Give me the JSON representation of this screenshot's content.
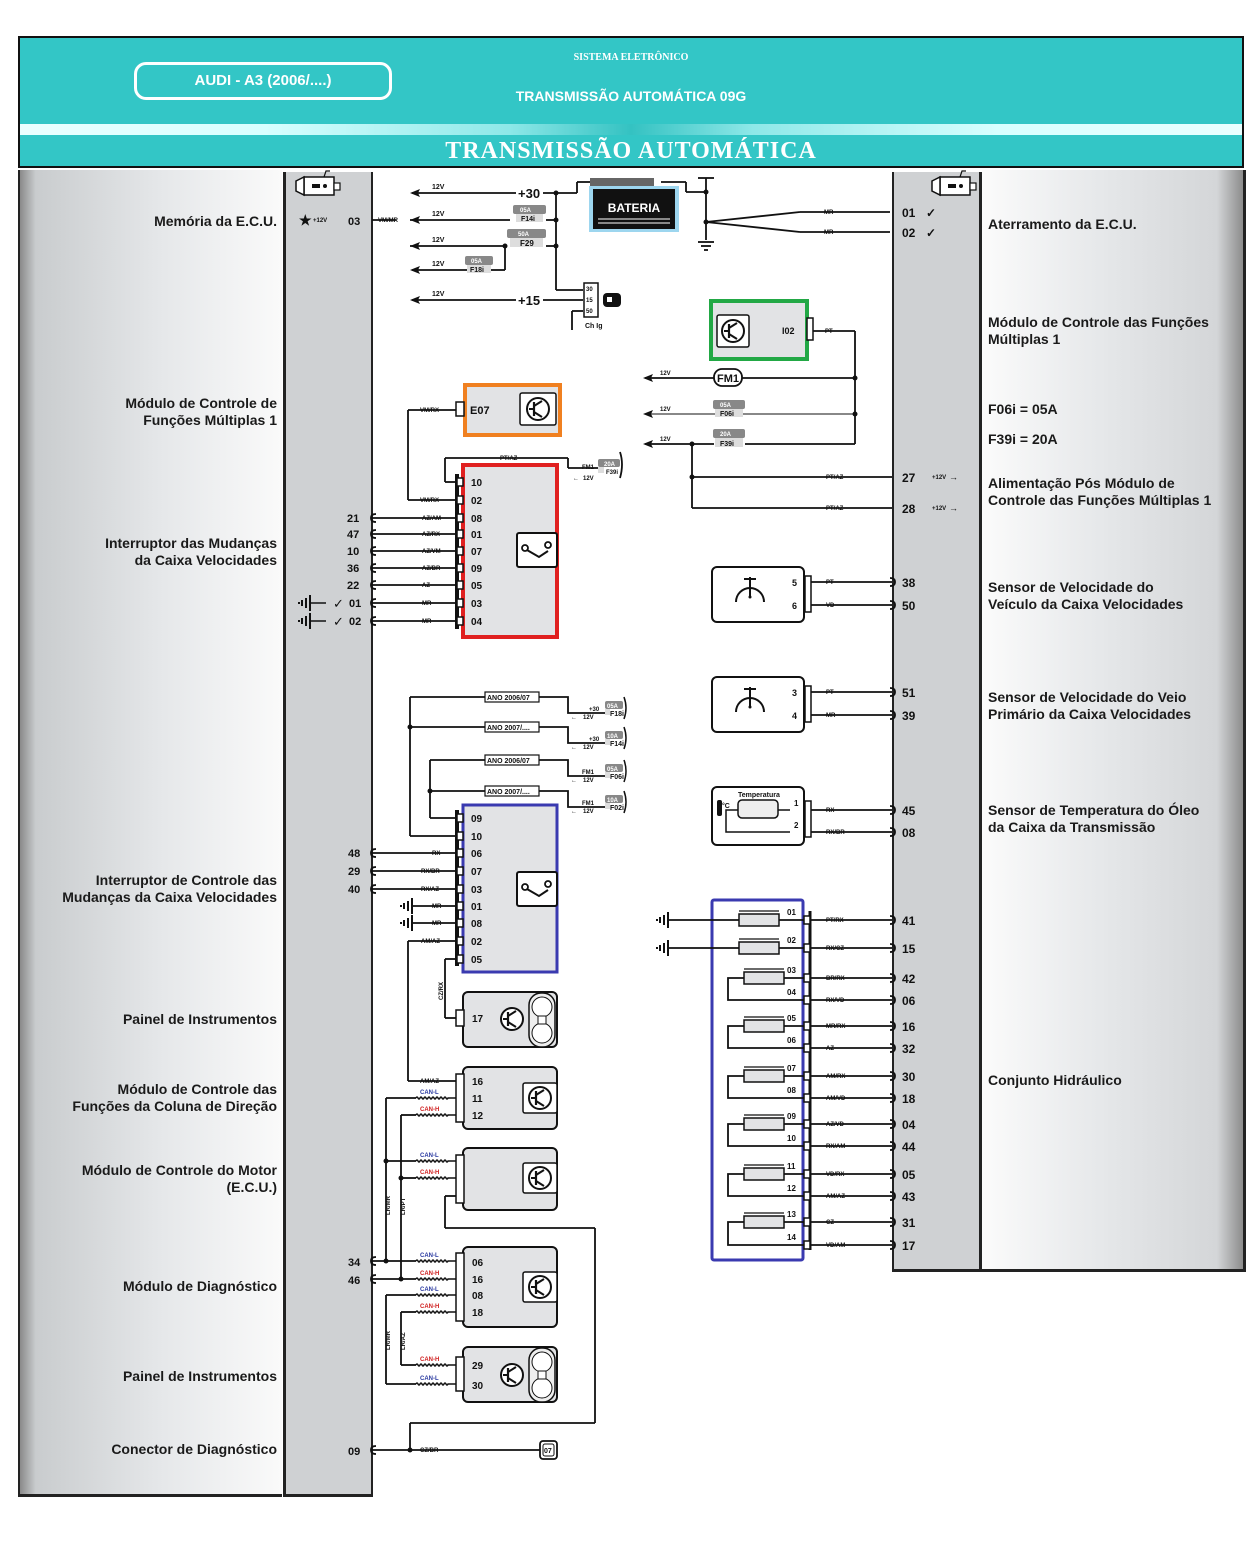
{
  "header": {
    "car_model": "AUDI - A3 (2006/....)",
    "system": "SISTEMA ELETRÔNICO",
    "subtitle": "TRANSMISSÃO AUTOMÁTICA 09G",
    "section_title": "TRANSMISSÃO AUTOMÁTICA",
    "colors": {
      "band": "#33c6c6",
      "text": "#ffffff"
    }
  },
  "left_labels": [
    {
      "line1": "Memória da E.C.U.",
      "line2": ""
    },
    {
      "line1": "Módulo de Controle de",
      "line2": "Funções Múltiplas 1"
    },
    {
      "line1": "Interruptor das Mudanças",
      "line2": "da Caixa Velocidades"
    },
    {
      "line1": "Interruptor de Controle das",
      "line2": "Mudanças  da Caixa Velocidades"
    },
    {
      "line1": "Painel de Instrumentos",
      "line2": ""
    },
    {
      "line1": "Módulo de Controle das",
      "line2": "Funções da Coluna de Direção"
    },
    {
      "line1": "Módulo de Controle do Motor",
      "line2": "(E.C.U.)"
    },
    {
      "line1": "Módulo de Diagnóstico",
      "line2": ""
    },
    {
      "line1": "Painel de Instrumentos",
      "line2": ""
    },
    {
      "line1": "Conector de Diagnóstico",
      "line2": ""
    }
  ],
  "right_labels": [
    {
      "line1": "Aterramento da E.C.U.",
      "line2": ""
    },
    {
      "line1": "Módulo de Controle das Funções",
      "line2": "Múltiplas 1"
    },
    {
      "line1": "F06i = 05A",
      "line2": ""
    },
    {
      "line1": "F39i = 20A",
      "line2": ""
    },
    {
      "line1": "Alimentação Pós Módulo de",
      "line2": "Controle das Funções Múltiplas 1"
    },
    {
      "line1": "Sensor de Velocidade do",
      "line2": "Veículo  da Caixa Velocidades"
    },
    {
      "line1": "Sensor de Velocidade do Veio",
      "line2": "Primário da Caixa Velocidades"
    },
    {
      "line1": "Sensor de Temperatura do Óleo",
      "line2": "da Caixa da Transmissão"
    },
    {
      "line1": "Conjunto Hidráulico",
      "line2": ""
    }
  ],
  "power": {
    "battery_label": "BATERIA",
    "plus30": "+30",
    "plus15": "+15",
    "ignition_switch": "Ch Ig",
    "ignition_pins": [
      "30",
      "15",
      "50"
    ],
    "v12": "12V",
    "memory_note": "+12V",
    "memory_pin": "03",
    "memory_wire": "VM/MR",
    "fuses": [
      {
        "rating": "05A",
        "id": "F14i"
      },
      {
        "rating": "50A",
        "id": "F29"
      },
      {
        "rating": "05A",
        "id": "F18i"
      }
    ]
  },
  "ground": {
    "pins": [
      {
        "pin": "01",
        "wire": "MR"
      },
      {
        "pin": "02",
        "wire": "MR"
      }
    ]
  },
  "mfm": {
    "connector": "I02",
    "wire": "PT",
    "relay": "FM1",
    "fuses": [
      {
        "rating": "05A",
        "id": "F06i"
      },
      {
        "rating": "20A",
        "id": "F39i"
      }
    ],
    "out_pins": [
      {
        "pin": "27",
        "wire": "PT/AZ",
        "note": "+12V"
      },
      {
        "pin": "28",
        "wire": "PT/AZ",
        "note": "+12V"
      }
    ],
    "color": "#22a845"
  },
  "e07": {
    "label": "E07",
    "wire": "VM/RX",
    "color": "#f08020"
  },
  "shift_switch": {
    "color": "#e02020",
    "top_wire": "PT/AZ",
    "fuse": {
      "rating": "20A",
      "id": "F39i",
      "source": "FM1"
    },
    "pins": [
      {
        "pin": "10",
        "wire": "",
        "ecu": ""
      },
      {
        "pin": "02",
        "wire": "VM/RX",
        "ecu": ""
      },
      {
        "pin": "08",
        "wire": "AZ/AM",
        "ecu": "21"
      },
      {
        "pin": "01",
        "wire": "AZ/RX",
        "ecu": "47"
      },
      {
        "pin": "07",
        "wire": "AZ/VM",
        "ecu": "10"
      },
      {
        "pin": "09",
        "wire": "AZ/BR",
        "ecu": "36"
      },
      {
        "pin": "05",
        "wire": "AZ",
        "ecu": "22"
      },
      {
        "pin": "03",
        "wire": "MR",
        "ecu": "01"
      },
      {
        "pin": "04",
        "wire": "MR",
        "ecu": "02"
      }
    ]
  },
  "year_variants": [
    {
      "label": "ANO 2006/07",
      "src": "+30",
      "rating": "05A",
      "id": "F18i"
    },
    {
      "label": "ANO 2007/....",
      "src": "+30",
      "rating": "10A",
      "id": "F14i"
    },
    {
      "label": "ANO 2006/07",
      "src": "FM1",
      "rating": "05A",
      "id": "F06i"
    },
    {
      "label": "ANO 2007/....",
      "src": "FM1",
      "rating": "10A",
      "id": "F02i"
    }
  ],
  "shift_control": {
    "color": "#3a3ab0",
    "pins": [
      {
        "pin": "09",
        "wire": "",
        "ecu": ""
      },
      {
        "pin": "10",
        "wire": "",
        "ecu": ""
      },
      {
        "pin": "06",
        "wire": "RX",
        "ecu": "48"
      },
      {
        "pin": "07",
        "wire": "RX/BR",
        "ecu": "29"
      },
      {
        "pin": "03",
        "wire": "RX/AZ",
        "ecu": "40"
      },
      {
        "pin": "01",
        "wire": "MR",
        "ecu": ""
      },
      {
        "pin": "08",
        "wire": "MR",
        "ecu": ""
      },
      {
        "pin": "02",
        "wire": "AM/AZ",
        "ecu": ""
      },
      {
        "pin": "05",
        "wire": "",
        "ecu": ""
      }
    ],
    "cz_wire": "CZ/RX"
  },
  "panel1": {
    "pin": "17"
  },
  "steering": {
    "pins": [
      {
        "pin": "16",
        "wire": "AM/AZ"
      },
      {
        "pin": "11",
        "wire": "CAN-L"
      },
      {
        "pin": "12",
        "wire": "CAN-H"
      }
    ]
  },
  "engine": {
    "wires": [
      "CAN-L",
      "CAN-H"
    ]
  },
  "can_bus": {
    "lr1": "LR/MR",
    "lr2": "LR/PT",
    "lr3": "LR/MR",
    "lr4": "LR/AZ",
    "ecu_pins": [
      "34",
      "46"
    ],
    "can_l_color": "#2a3aa0",
    "can_h_color": "#d02020"
  },
  "diag_module": {
    "pins": [
      {
        "pin": "06",
        "wire": "CAN-L"
      },
      {
        "pin": "16",
        "wire": "CAN-H"
      },
      {
        "pin": "08",
        "wire": "CAN-L"
      },
      {
        "pin": "18",
        "wire": "CAN-H"
      }
    ]
  },
  "panel2": {
    "pins": [
      {
        "pin": "29",
        "wire": "CAN-H"
      },
      {
        "pin": "30",
        "wire": "CAN-L"
      }
    ]
  },
  "diag_connector": {
    "ecu_pin": "09",
    "wire": "CZ/BR",
    "pin": "07"
  },
  "speed_sensors": [
    {
      "pins": [
        {
          "pin": "5",
          "wire": "PT",
          "ecu": "38"
        },
        {
          "pin": "6",
          "wire": "VD",
          "ecu": "50"
        }
      ]
    },
    {
      "pins": [
        {
          "pin": "3",
          "wire": "PT",
          "ecu": "51"
        },
        {
          "pin": "4",
          "wire": "MR",
          "ecu": "39"
        }
      ]
    }
  ],
  "temp_sensor": {
    "label": "Temperatura",
    "unit": "°C",
    "pins": [
      {
        "pin": "1",
        "wire": "RX",
        "ecu": "45"
      },
      {
        "pin": "2",
        "wire": "RX/BR",
        "ecu": "08"
      }
    ]
  },
  "hydraulic": {
    "color": "#3a3ab0",
    "pins": [
      {
        "pin": "01",
        "wire": "PT/RX",
        "ecu": "41"
      },
      {
        "pin": "02",
        "wire": "RX/CZ",
        "ecu": "15"
      },
      {
        "pin": "03",
        "wire": "BR/RX",
        "ecu": "42"
      },
      {
        "pin": "04",
        "wire": "RX/VD",
        "ecu": "06"
      },
      {
        "pin": "05",
        "wire": "MR/RX",
        "ecu": "16"
      },
      {
        "pin": "06",
        "wire": "AZ",
        "ecu": "32"
      },
      {
        "pin": "07",
        "wire": "AM/RX",
        "ecu": "30"
      },
      {
        "pin": "08",
        "wire": "AM/VD",
        "ecu": "18"
      },
      {
        "pin": "09",
        "wire": "AZ/VD",
        "ecu": "04"
      },
      {
        "pin": "10",
        "wire": "RX/AM",
        "ecu": "44"
      },
      {
        "pin": "11",
        "wire": "VD/RX",
        "ecu": "05"
      },
      {
        "pin": "12",
        "wire": "AM/AZ",
        "ecu": "43"
      },
      {
        "pin": "13",
        "wire": "CZ",
        "ecu": "31"
      },
      {
        "pin": "14",
        "wire": "VD/AM",
        "ecu": "17"
      }
    ]
  }
}
